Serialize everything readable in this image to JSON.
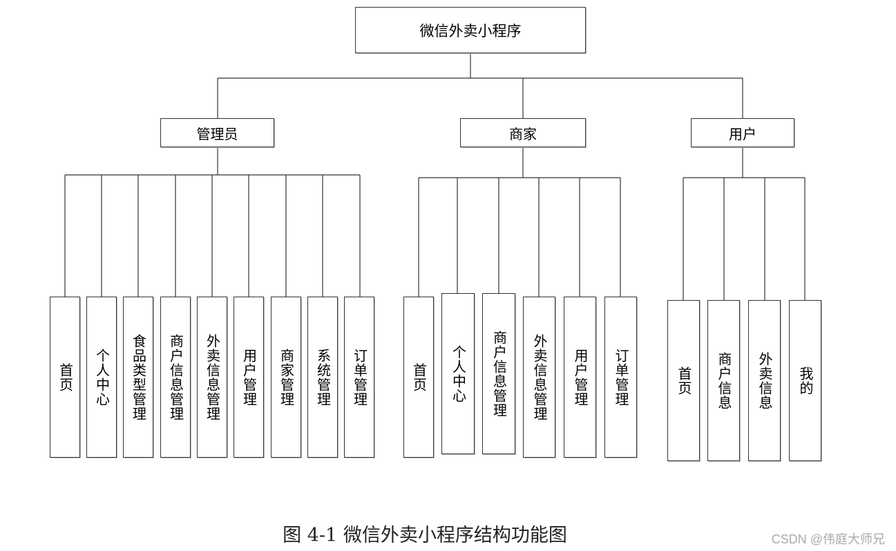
{
  "diagram": {
    "root": "微信外卖小程序",
    "roles": [
      {
        "label": "管理员",
        "modules": [
          "首页",
          "个人中心",
          "食品类型管理",
          "商户信息管理",
          "外卖信息管理",
          "用户管理",
          "商家管理",
          "系统管理",
          "订单管理"
        ]
      },
      {
        "label": "商家",
        "modules": [
          "首页",
          "个人中心",
          "商户信息管理",
          "外卖信息管理",
          "用户管理",
          "订单管理"
        ]
      },
      {
        "label": "用户",
        "modules": [
          "首页",
          "商户信息",
          "外卖信息",
          "我的"
        ]
      }
    ]
  },
  "caption": "图 4-1  微信外卖小程序结构功能图",
  "watermark": "CSDN @伟庭大师兄"
}
